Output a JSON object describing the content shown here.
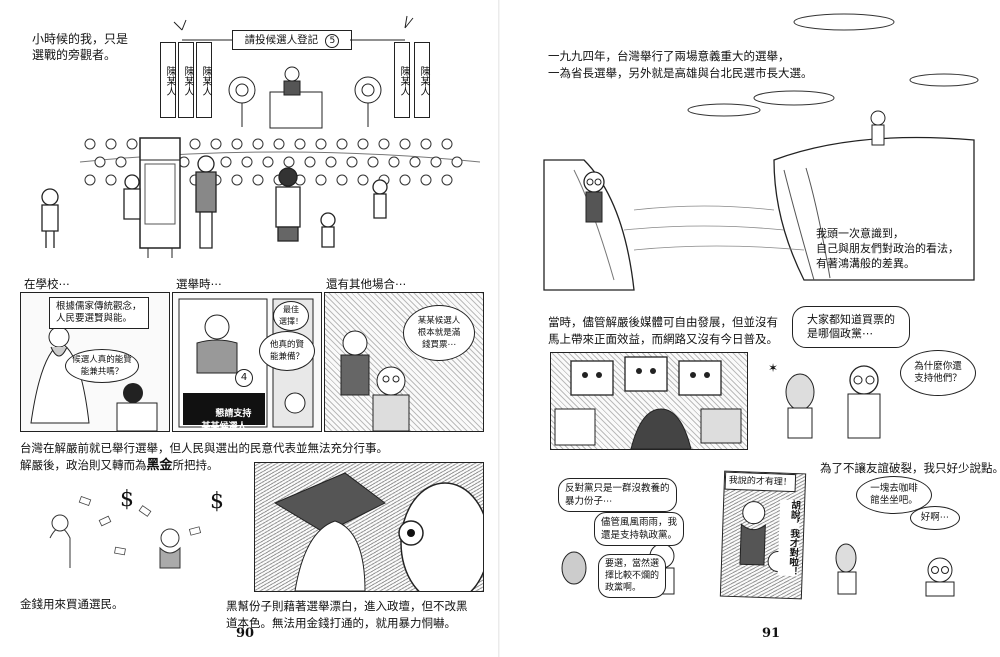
{
  "left_page": {
    "page_number": "90",
    "top_caption": "小時候的我，只是\n選戰的旁觀者。",
    "banner_title": "請投候選人登記",
    "banner_number": "5",
    "vertical_banners": [
      "陳某人",
      "陳某人",
      "陳某人",
      "陳某人",
      "陳某人"
    ],
    "panel_labels": {
      "school": "在學校⋯",
      "election": "選舉時⋯",
      "other": "還有其他場合⋯"
    },
    "school_box": "根據儒家傳統觀念，\n人民要選賢與能。",
    "school_bubble": "候選人真的能賢\n能兼共嗎？",
    "election_small": "最佳\n選擇！",
    "election_bubble": "他真的賢\n能兼備？",
    "election_poster": "懇請支持\n某某候選人",
    "election_poster_number": "4",
    "other_bubble": "某某候選人\n根本就是滿\n錢買票⋯",
    "mid_caption_line1": "台灣在解嚴前就已舉行選舉，但人民與選出的民意代表並無法充分行事。",
    "mid_caption_line2_before": "解嚴後，政治則又轉而為",
    "mid_caption_keyword": "黑金",
    "mid_caption_line2_after": "所把持。",
    "money_caption": "金錢用來買通選民。",
    "gangster_caption_line1": "黑幫份子則藉著選舉漂白，進入政壇，但不改黑",
    "gangster_caption_line2": "道本色。無法用金錢打通的，就用暴力恫嚇。"
  },
  "right_page": {
    "page_number": "91",
    "top_caption_line1": "一九九四年，台灣舉行了兩場意義重大的選舉，",
    "top_caption_line2": "一為省長選舉，另外就是高雄與台北民選市長大選。",
    "cliff_caption": "我頭一次意識到，\n自己與朋友們對政治的看法，\n有著鴻溝般的差異。",
    "media_caption_line1": "當時，儘管解嚴後媒體可自由發展，但並沒有",
    "media_caption_line2": "馬上帶來正面效益，而網路又沒有今日普及。",
    "ask_box": "大家都知道買票的\n是哪個政黨⋯",
    "why_bubble": "為什麼你還\n支持他們？",
    "bottom_caption": "為了不讓友誼破裂，我只好少說點。",
    "opp_box": "反對黨只是一群沒教養的\n暴力份子⋯",
    "rumor_box": "儘管風風雨雨，我\n還是支持執政黨。",
    "better_box": "要選，當然選\n擇比較不爛的\n政黨啊。",
    "right_shout": "我說的才有理！",
    "wrong_shout": "胡說，我才對啦！",
    "coffee_bubble": "一塊去咖啡\n館坐坐吧。",
    "ok_bubble": "好啊⋯"
  }
}
